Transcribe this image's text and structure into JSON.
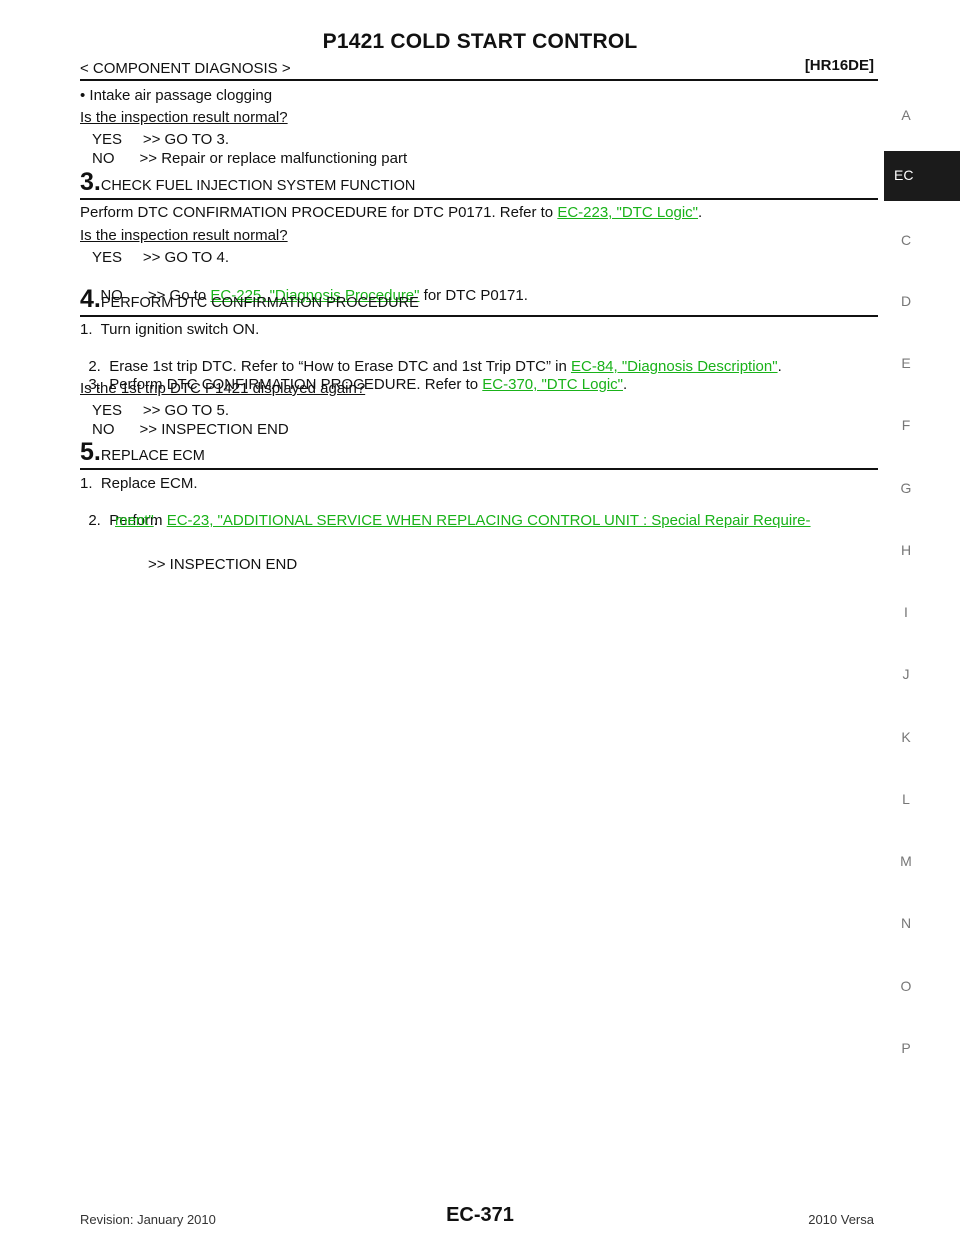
{
  "header": {
    "title": "P1421 COLD START CONTROL",
    "section": "< COMPONENT DIAGNOSIS >",
    "model": "[HR16DE]"
  },
  "content": {
    "bullet": "• Intake air passage clogging",
    "q1": "Is the inspection result normal?",
    "q1_yes": "YES     >> GO TO 3.",
    "q1_no": "NO      >> Repair or replace malfunctioning part",
    "step3": {
      "num": "3.",
      "title": "CHECK FUEL INJECTION SYSTEM FUNCTION"
    },
    "step3_text": "Perform DTC CONFIRMATION PROCEDURE for DTC P0171. Refer to ",
    "step3_link": "EC-223, \"DTC Logic\"",
    "step3_end": ".",
    "q2": "Is the inspection result normal?",
    "q2_yes": "YES     >> GO TO 4.",
    "q2_no_pre": "NO      >> Go to ",
    "q2_no_link": "EC-225, \"Diagnosis Procedure\"",
    "q2_no_post": " for DTC P0171.",
    "step4": {
      "num": "4.",
      "title": "PERFORM DTC CONFIRMATION PROCEDURE"
    },
    "step4_1": "1.  Turn ignition switch ON.",
    "step4_2_pre": "2.  Erase 1st trip DTC. Refer to “How to Erase DTC and 1st Trip DTC” in ",
    "step4_2_link": "EC-84, \"Diagnosis Description\"",
    "step4_2_end": ".",
    "step4_3_pre": "3.  Perform DTC CONFIRMATION PROCEDURE. Refer to ",
    "step4_3_link": "EC-370, \"DTC Logic\"",
    "step4_3_end": ".",
    "q3": "Is the 1st trip DTC P1421 displayed again?",
    "q3_yes": "YES     >> GO TO 5.",
    "q3_no": "NO      >> INSPECTION END",
    "step5": {
      "num": "5.",
      "title": "REPLACE ECM"
    },
    "step5_1": "1.  Replace ECM.",
    "step5_2_pre": "2.  Perform ",
    "step5_2_link_a": "EC-23, \"ADDITIONAL SERVICE WHEN REPLACING CONTROL UNIT : Special Repair Require-",
    "step5_2_link_b": "ment\"",
    "step5_2_end": ".",
    "final": ">> INSPECTION END"
  },
  "sidenav": {
    "letters": [
      "A",
      "EC",
      "C",
      "D",
      "E",
      "F",
      "G",
      "H",
      "I",
      "J",
      "K",
      "L",
      "M",
      "N",
      "O",
      "P"
    ],
    "active": "EC"
  },
  "footer": {
    "revision": "Revision: January 2010",
    "page": "EC-371",
    "vehicle": "2010 Versa"
  }
}
